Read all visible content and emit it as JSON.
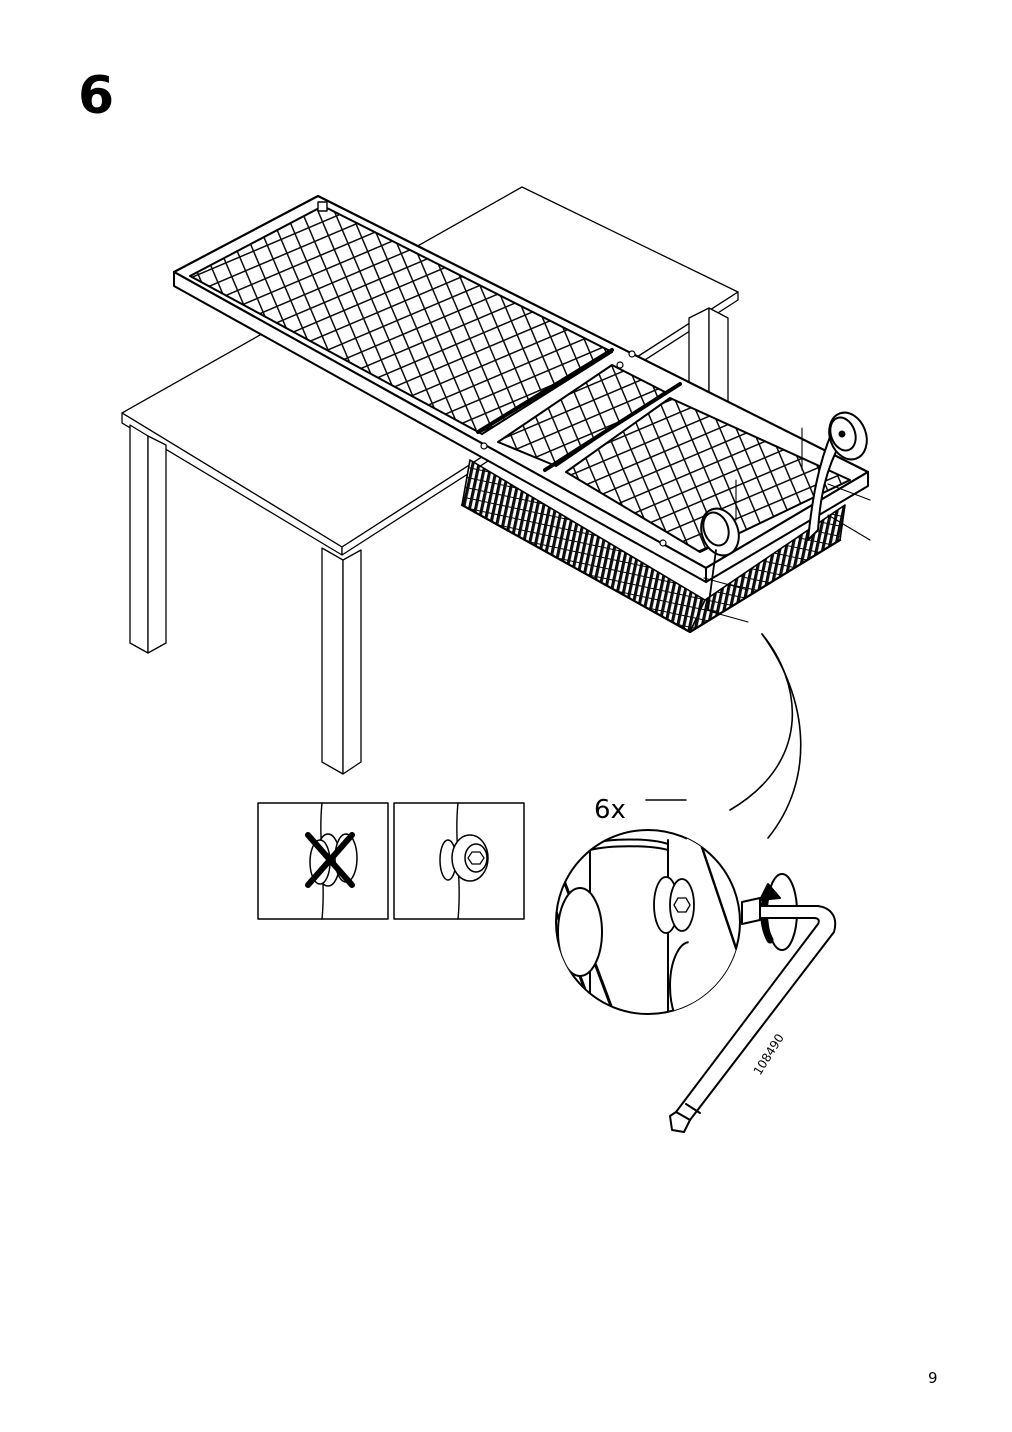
{
  "step": {
    "number": "6"
  },
  "detail": {
    "quantity": "6x",
    "tool_code": "108490"
  },
  "page": {
    "number": "9"
  },
  "icons": {
    "main": "bench-on-table-assembly-illustration",
    "wrong": "wrong-bolt-tightening-icon",
    "correct": "correct-bolt-tightening-icon",
    "magnifier": "bolt-detail-callout-icon",
    "tool": "allen-key-icon"
  }
}
